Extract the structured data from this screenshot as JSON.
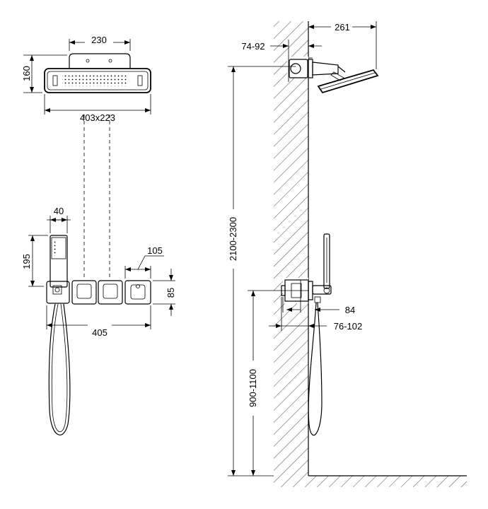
{
  "dimensions": {
    "head_top_width": "230",
    "head_height": "160",
    "head_size": "403x223",
    "handshower_width": "40",
    "handshower_height": "195",
    "module_width": "105",
    "module_height": "85",
    "total_width": "405",
    "arm_length": "261",
    "arm_flange": "74-92",
    "head_height_range": "2100-2300",
    "valve_depth": "84",
    "valve_install_depth": "76-102",
    "valve_height_range": "900-1100"
  }
}
